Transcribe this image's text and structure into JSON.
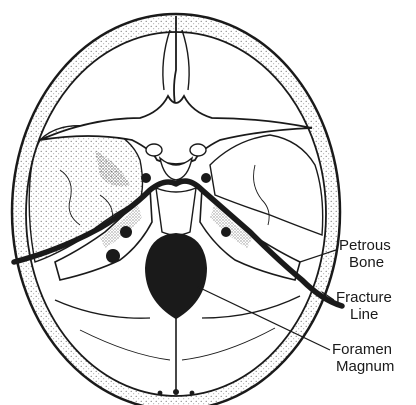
{
  "diagram": {
    "labels": {
      "petrous_bone": [
        "Petrous",
        "Bone"
      ],
      "fracture_line": [
        "Fracture",
        "Line"
      ],
      "foramen_magnum": [
        "Foramen",
        "Magnum"
      ]
    }
  },
  "colors": {
    "ink": "#1a1a1a",
    "background": "#ffffff",
    "stipple": "#777777"
  }
}
